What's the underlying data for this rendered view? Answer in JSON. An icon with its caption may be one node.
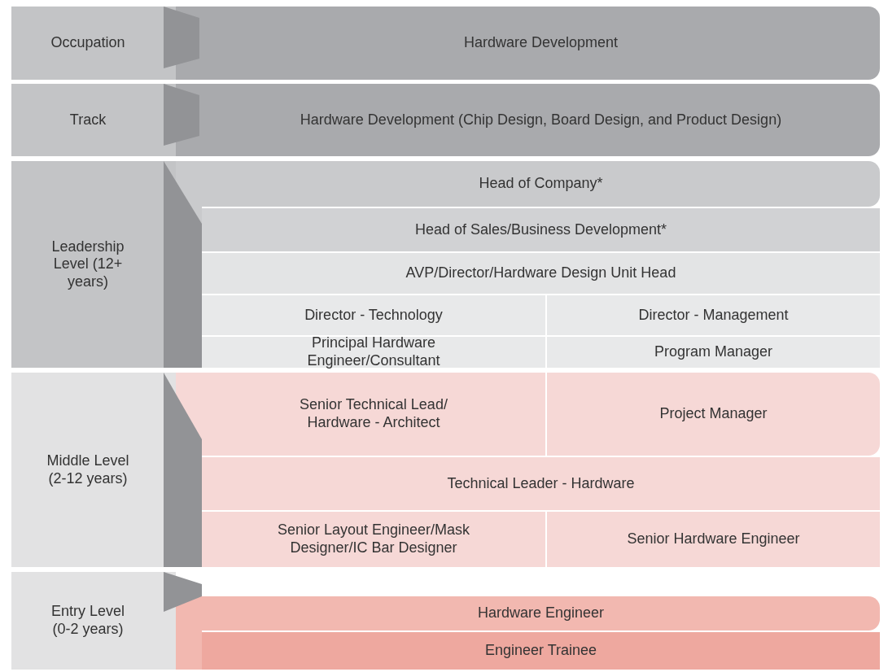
{
  "diagram": {
    "nodes": [
      {
        "text": [
          "Occupation"
        ]
      },
      {
        "text": [
          "Hardware Development"
        ]
      },
      {
        "text": [
          "Track"
        ]
      },
      {
        "text": [
          "Hardware Development (Chip Design, Board Design, and Product Design)"
        ]
      },
      {
        "text": [
          "Leadership Level (12+ years)"
        ]
      },
      {
        "text": [
          "Head of Company*"
        ]
      },
      {
        "text": [
          "Head of Sales/Business Development*"
        ]
      },
      {
        "text": [
          "AVP/Director/Hardware Design Unit Head"
        ]
      },
      {
        "text": [
          "Director - Technology"
        ]
      },
      {
        "text": [
          "Director - Management"
        ]
      },
      {
        "text": [
          "Principal Hardware Engineer/Consultant"
        ]
      },
      {
        "text": [
          "Program Manager"
        ]
      },
      {
        "text": [
          "Middle Level (2-12 years)"
        ]
      },
      {
        "text": [
          "Senior Technical Lead/ Hardware - Architect"
        ]
      },
      {
        "text": [
          "Project Manager"
        ]
      },
      {
        "text": [
          "Technical Leader - Hardware"
        ]
      },
      {
        "text": [
          "Senior Layout Engineer/Mask Designer/IC Bar Designer"
        ]
      },
      {
        "text": [
          "Senior Hardware Engineer"
        ]
      },
      {
        "text": [
          "Entry Level (0-2 years)"
        ]
      },
      {
        "text": [
          "Hardware Engineer"
        ]
      },
      {
        "text": [
          "Engineer Trainee"
        ]
      }
    ]
  }
}
